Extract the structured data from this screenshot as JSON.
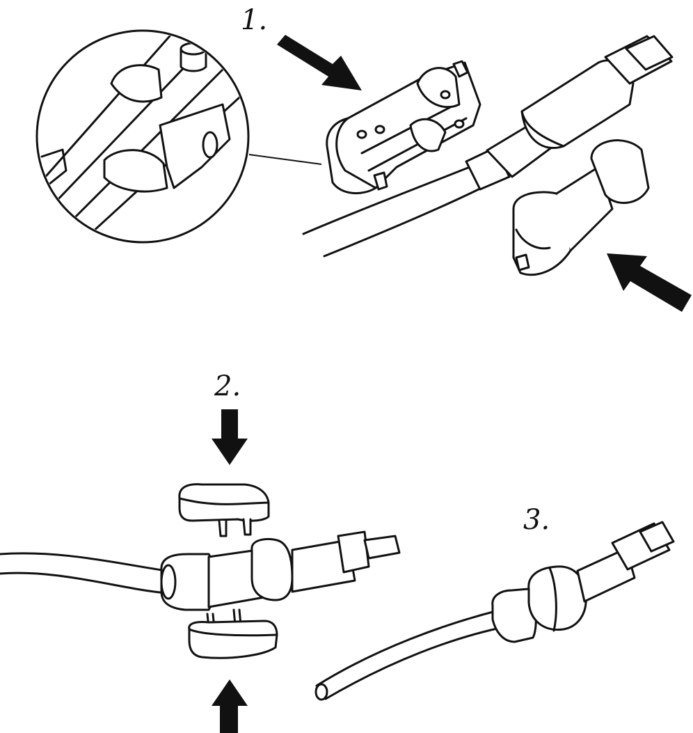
{
  "steps": [
    {
      "number": "1."
    },
    {
      "number": "2."
    },
    {
      "number": "3."
    }
  ],
  "colors": {
    "line": "#111111",
    "background": "#ffffff"
  },
  "icons": [
    "arrow-down-right-icon",
    "arrow-up-left-icon",
    "arrow-down-icon",
    "arrow-up-icon"
  ]
}
